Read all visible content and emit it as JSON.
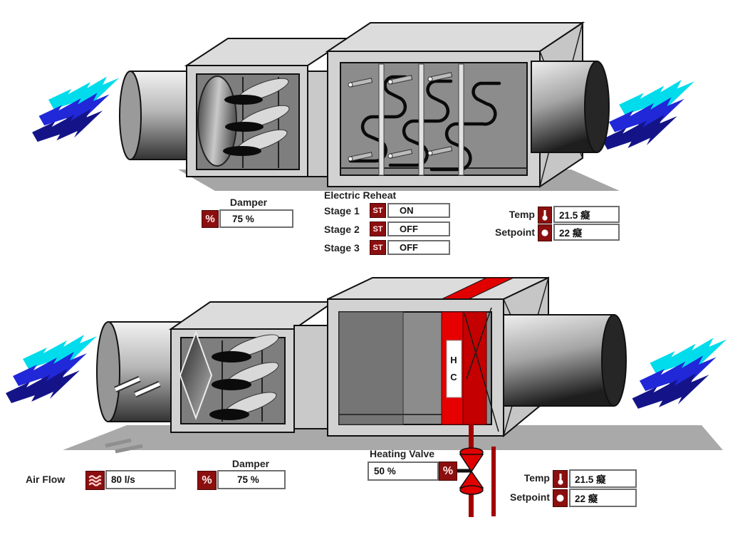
{
  "colors": {
    "badge_maroon": "#8b0f0f",
    "heater_red": "#e10000",
    "heater_dark_red": "#c00000",
    "pipe_red": "#a40000",
    "arrow_cyan": "#00dcec",
    "arrow_blue": "#2028d8",
    "arrow_navy": "#141488"
  },
  "icons": {
    "percent": "%",
    "status": "ST"
  },
  "top_unit": {
    "damper": {
      "label": "Damper",
      "value": "75 %"
    },
    "electric_reheat": {
      "title": "Electric Reheat",
      "stages": [
        {
          "label": "Stage 1",
          "value": "ON"
        },
        {
          "label": "Stage 2",
          "value": "OFF"
        },
        {
          "label": "Stage 3",
          "value": "OFF"
        }
      ]
    },
    "temp": {
      "label": "Temp",
      "value": "21.5 癡"
    },
    "setpoint": {
      "label": "Setpoint",
      "value": "22 癡"
    }
  },
  "bottom_unit": {
    "air_flow": {
      "label": "Air Flow",
      "value": "80 l/s"
    },
    "damper": {
      "label": "Damper",
      "value": "75 %"
    },
    "heating_valve": {
      "label": "Heating Valve",
      "value": "50 %"
    },
    "temp": {
      "label": "Temp",
      "value": "21.5 癡"
    },
    "setpoint": {
      "label": "Setpoint",
      "value": "22 癡"
    },
    "heating_coil": {
      "line1": "H",
      "line2": "C"
    }
  }
}
